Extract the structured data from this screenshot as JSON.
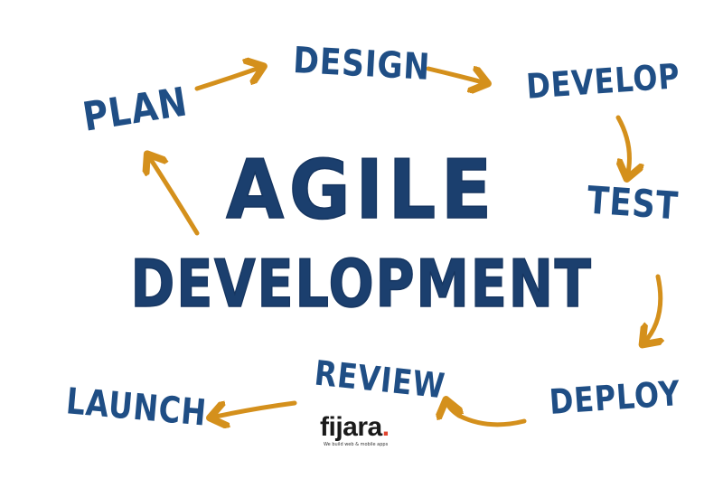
{
  "diagram": {
    "title": {
      "line1": "AGILE",
      "line2": "DEVELOPMENT"
    },
    "stages": [
      {
        "label": "PLAN"
      },
      {
        "label": "DESIGN"
      },
      {
        "label": "DEVELOP"
      },
      {
        "label": "TEST"
      },
      {
        "label": "DEPLOY"
      },
      {
        "label": "REVIEW"
      },
      {
        "label": "LAUNCH"
      }
    ],
    "logo": {
      "name": "fijara",
      "dot": ".",
      "tagline": "We build web & mobile apps"
    },
    "colors": {
      "text": "#1f4e85",
      "title": "#1b3f6e",
      "arrow": "#d4901c",
      "logo_accent": "#e0432e",
      "background": "#ffffff"
    }
  }
}
